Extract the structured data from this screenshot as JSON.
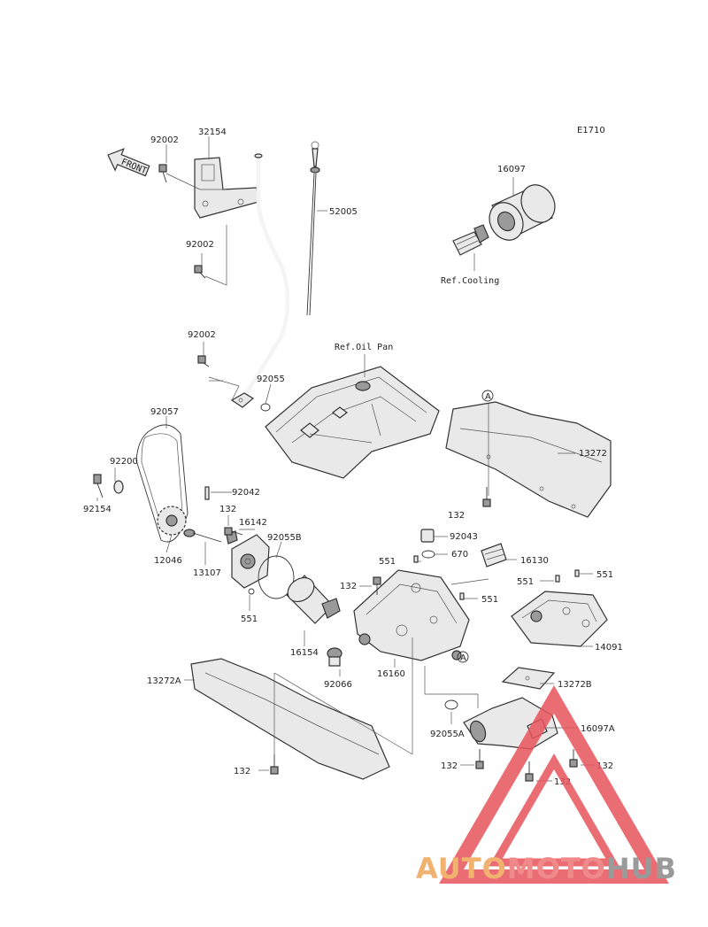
{
  "diagram": {
    "code": "E1710",
    "front_label": "FRONT",
    "ref_oil_pan": "Ref.Oil Pan",
    "ref_cooling": "Ref.Cooling",
    "circle_marker": "A",
    "parts": {
      "p92002a": "92002",
      "p32154": "32154",
      "p92002b": "92002",
      "p52005": "52005",
      "p16097": "16097",
      "p92002c": "92002",
      "p92055": "92055",
      "p92057": "92057",
      "p92200": "92200",
      "p92154": "92154",
      "p92042": "92042",
      "p132a": "132",
      "p16142": "16142",
      "p92055b": "92055B",
      "p12046": "12046",
      "p13107": "13107",
      "p551a": "551",
      "p16154": "16154",
      "p13272": "13272",
      "p132b": "132",
      "p92043": "92043",
      "p551b": "551",
      "p670": "670",
      "p16130": "16130",
      "p551c": "551",
      "p551d": "551",
      "p132c": "132",
      "p551e": "551",
      "p14091": "14091",
      "p92066": "92066",
      "p16160": "16160",
      "p13272b": "13272B",
      "p13272a": "13272A",
      "p16097a": "16097A",
      "p92055a": "92055A",
      "p132d": "132",
      "p132e": "132",
      "p132f": "132",
      "p132g": "132"
    }
  },
  "watermark": {
    "auto": "AUTO",
    "moto": "MOTO",
    "hub": "HUB"
  },
  "colors": {
    "triangle": "#e8545c",
    "auto": "#f1b26f",
    "moto": "#f08a8a",
    "hub": "#9a9a9a"
  }
}
